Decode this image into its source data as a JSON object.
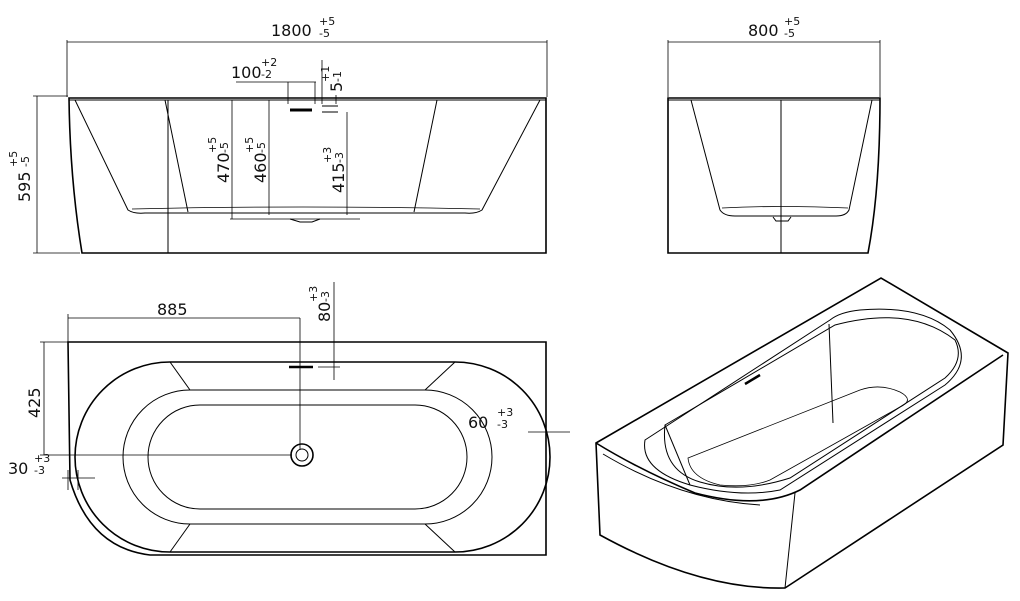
{
  "drawing": {
    "colors": {
      "line": "#000000",
      "background": "#ffffff"
    },
    "front_view": {
      "length": {
        "value": "1800",
        "tol_plus": "+5",
        "tol_minus": "-5"
      },
      "height": {
        "value": "595",
        "tol_plus": "+5",
        "tol_minus": "-5"
      },
      "overflow_width": {
        "value": "100",
        "tol_plus": "+2",
        "tol_minus": "-2"
      },
      "overflow_offset": {
        "value": "5",
        "tol_plus": "+1",
        "tol_minus": "-1"
      },
      "depth_470": {
        "value": "470",
        "tol_plus": "+5",
        "tol_minus": "-5"
      },
      "depth_460": {
        "value": "460",
        "tol_plus": "+5",
        "tol_minus": "-5"
      },
      "depth_415": {
        "value": "415",
        "tol_plus": "+3",
        "tol_minus": "-3"
      }
    },
    "side_view": {
      "width": {
        "value": "800",
        "tol_plus": "+5",
        "tol_minus": "-5"
      }
    },
    "top_view": {
      "drain_x": {
        "value": "885"
      },
      "overflow_y": {
        "value": "80",
        "tol_plus": "+3",
        "tol_minus": "-3"
      },
      "drain_y": {
        "value": "425"
      },
      "rim_right": {
        "value": "60",
        "tol_plus": "+3",
        "tol_minus": "-3"
      },
      "corner_offset": {
        "value": "30",
        "tol_plus": "+3",
        "tol_minus": "-3"
      }
    }
  }
}
